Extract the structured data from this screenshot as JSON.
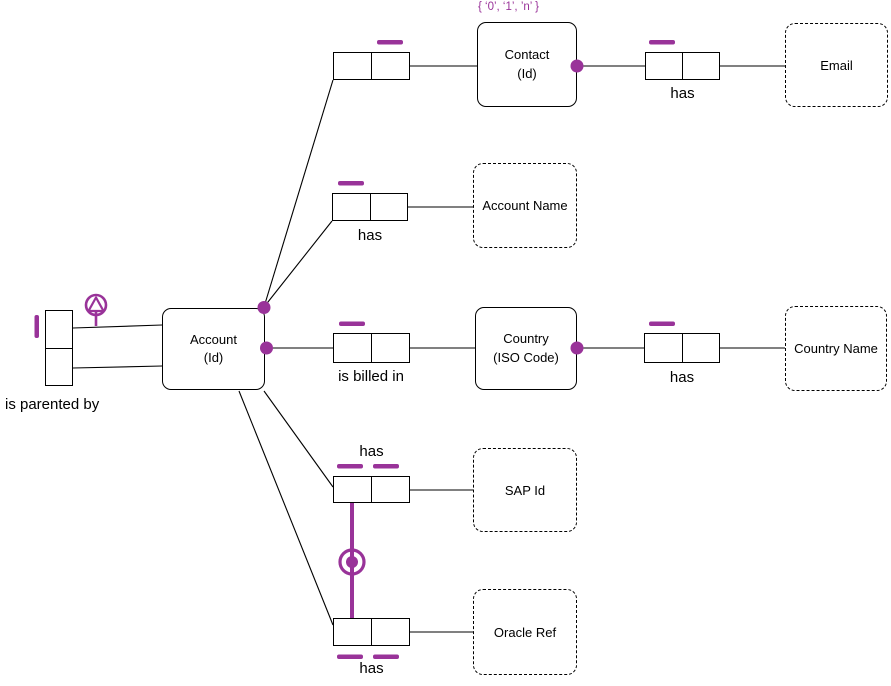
{
  "diagram": {
    "type": "orm-conceptual-schema",
    "accent_color": "#993399",
    "line_color": "#000000",
    "background": "#ffffff"
  },
  "entities": {
    "account": {
      "name": "Account",
      "ref_mode": "(Id)"
    },
    "contact": {
      "name": "Contact",
      "ref_mode": "(Id)"
    },
    "country": {
      "name": "Country",
      "ref_mode": "(ISO Code)"
    }
  },
  "value_types": {
    "email": {
      "name": "Email"
    },
    "account_name": {
      "name": "Account Name"
    },
    "country_name": {
      "name": "Country Name"
    },
    "sap_id": {
      "name": "SAP Id"
    },
    "oracle_ref": {
      "name": "Oracle Ref"
    }
  },
  "readings": {
    "contact_has_email": "has",
    "account_has_account_name": "has",
    "account_is_billed_in": "is billed in",
    "country_has_country_name": "has",
    "account_has_sap_id": "has",
    "account_has_oracle_ref": "has",
    "account_is_parented_by": "is parented by"
  },
  "annotations": {
    "contact_value_list": "{ ‘0’, ‘1’, ’n’ }"
  },
  "constraints": {
    "inclusive_or": "inclusive-or (disjunctive mandatory) between SAP Id role and Oracle Ref role",
    "ring": "acyclic ring constraint on 'is parented by'",
    "mandatory_dots": 4,
    "uniqueness_bars": 10
  }
}
